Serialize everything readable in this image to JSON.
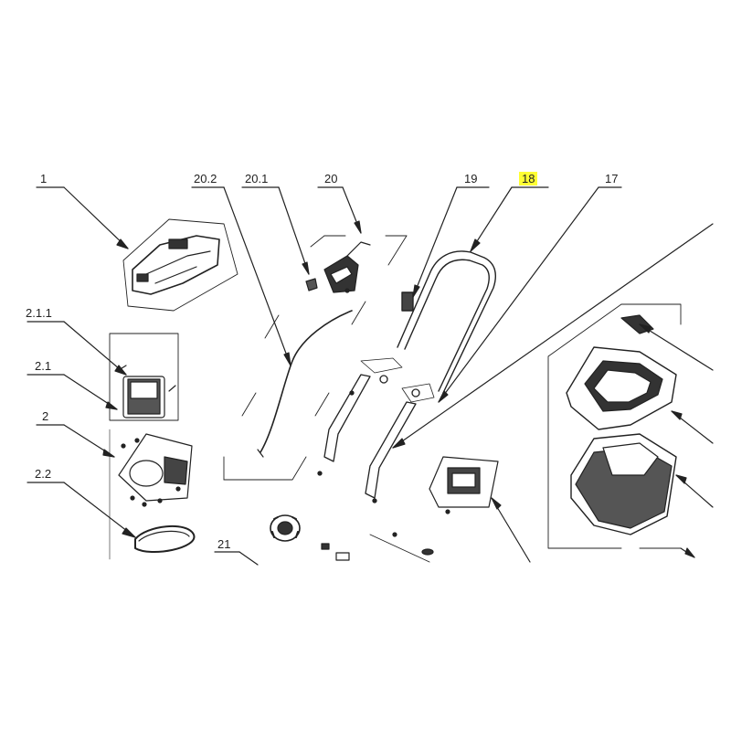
{
  "callouts": [
    {
      "id": "c1",
      "label": "1"
    },
    {
      "id": "c211",
      "label": "2.1.1"
    },
    {
      "id": "c21",
      "label": "2.1"
    },
    {
      "id": "c2",
      "label": "2"
    },
    {
      "id": "c22",
      "label": "2.2"
    },
    {
      "id": "c202",
      "label": "20.2"
    },
    {
      "id": "c201",
      "label": "20.1"
    },
    {
      "id": "c20",
      "label": "20"
    },
    {
      "id": "c19",
      "label": "19"
    },
    {
      "id": "c18",
      "label": "18",
      "highlighted": true,
      "highlight_color": "#ffff33"
    },
    {
      "id": "c17",
      "label": "17"
    },
    {
      "id": "c21b",
      "label": "21"
    }
  ],
  "colors": {
    "line": "#222222",
    "highlight": "#ffff33",
    "background": "#ffffff"
  }
}
